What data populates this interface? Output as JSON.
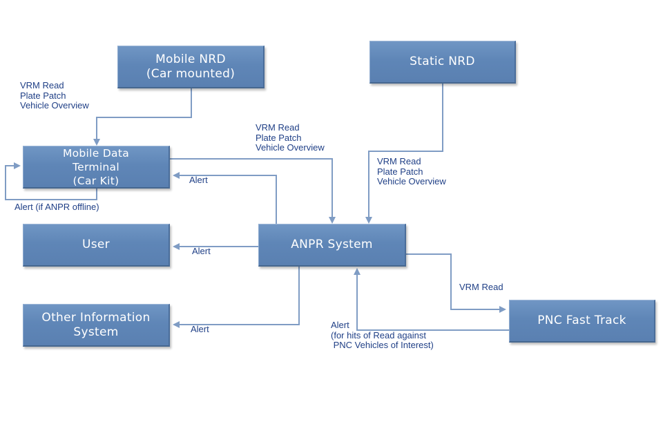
{
  "diagram": {
    "colors": {
      "node_fill": "#6289ba",
      "node_text": "#ffffff",
      "connector": "#7f9cc4",
      "label_text": "#1f3f86",
      "background": "#ffffff"
    },
    "nodes": {
      "mobile_nrd": {
        "lines": [
          "Mobile NRD",
          "(Car mounted)"
        ]
      },
      "static_nrd": {
        "lines": [
          "Static NRD"
        ]
      },
      "mobile_data_terminal": {
        "lines": [
          "Mobile Data",
          "Terminal",
          "(Car Kit)"
        ]
      },
      "user": {
        "lines": [
          "User"
        ]
      },
      "anpr_system": {
        "lines": [
          "ANPR System"
        ]
      },
      "other_information_system": {
        "lines": [
          "Other Information",
          "System"
        ]
      },
      "pnc_fast_track": {
        "lines": [
          "PNC Fast Track"
        ]
      }
    },
    "edges": [
      {
        "id": "mobile_nrd_to_mdt",
        "from": "Mobile NRD (Car mounted)",
        "to": "Mobile Data Terminal (Car Kit)",
        "label": "VRM Read\nPlate Patch\nVehicle Overview"
      },
      {
        "id": "mdt_to_anpr",
        "from": "Mobile Data Terminal (Car Kit)",
        "to": "ANPR System",
        "label": "VRM Read\nPlate Patch\nVehicle Overview"
      },
      {
        "id": "static_nrd_to_anpr",
        "from": "Static NRD",
        "to": "ANPR System",
        "label": "VRM Read\nPlate Patch\nVehicle Overview"
      },
      {
        "id": "anpr_to_mdt",
        "from": "ANPR System",
        "to": "Mobile Data Terminal (Car Kit)",
        "label": "Alert"
      },
      {
        "id": "mdt_self_loop",
        "from": "Mobile Data Terminal (Car Kit)",
        "to": "Mobile Data Terminal (Car Kit)",
        "label": "Alert (if ANPR offline)"
      },
      {
        "id": "anpr_to_user",
        "from": "ANPR System",
        "to": "User",
        "label": "Alert"
      },
      {
        "id": "anpr_to_other",
        "from": "ANPR System",
        "to": "Other Information System",
        "label": "Alert"
      },
      {
        "id": "anpr_to_pnc",
        "from": "ANPR System",
        "to": "PNC Fast Track",
        "label": "VRM Read"
      },
      {
        "id": "pnc_to_anpr",
        "from": "PNC Fast Track",
        "to": "ANPR System",
        "label": "Alert\n(for hits of Read against\n PNC Vehicles of Interest)"
      }
    ]
  }
}
